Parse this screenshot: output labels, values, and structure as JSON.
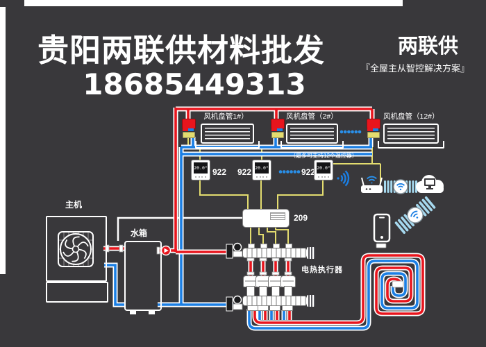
{
  "header": {
    "title": "贵阳两联供材料批发",
    "phone": "18685449313"
  },
  "brand": {
    "name": "两联供",
    "slogan": "『全屋主从智控解决方案』"
  },
  "colors": {
    "background": "#39383b",
    "pipe_red": "#e8151d",
    "pipe_blue": "#1b7fe4",
    "wire_yellow": "#e3dc6f",
    "repeater_lightblue": "#a5d8ee",
    "white": "#ffffff"
  },
  "fan_coils": {
    "unit1": "风机盘管1#）",
    "unit2": "风机盘管（2#）",
    "unit12": "风机盘管（12#）",
    "note": "（最多可支持12个温控器）"
  },
  "thermostat": {
    "model": "922",
    "display": "20.0°"
  },
  "controller": {
    "model": "209"
  },
  "equipment": {
    "heat_pump": "主机",
    "water_tank": "水箱",
    "actuators": "电热执行器"
  },
  "icons": [
    "wifi-icon",
    "router-icon",
    "signal-repeater-icon",
    "cloud-computer-icon",
    "smartphone-icon",
    "pump-icon",
    "fan-icon"
  ]
}
